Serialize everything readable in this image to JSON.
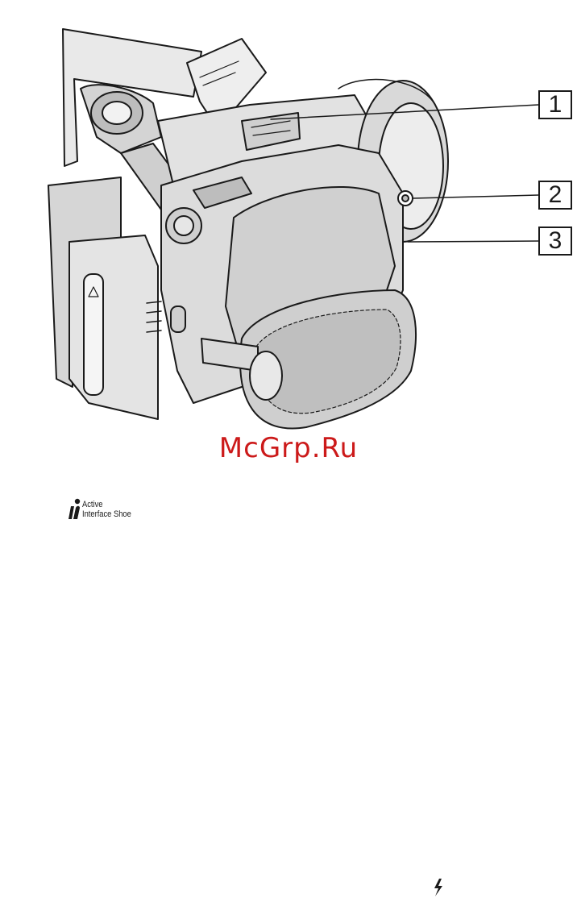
{
  "callouts": [
    "1",
    "2",
    "3"
  ],
  "watermark": {
    "text": "McGrp.Ru",
    "color": "#cc1a1a"
  },
  "logo": {
    "line1": "Active",
    "line2": "Interface Shoe"
  },
  "icons": {
    "logo_mark": "active-interface-shoe-icon",
    "flash": "flash-icon"
  }
}
